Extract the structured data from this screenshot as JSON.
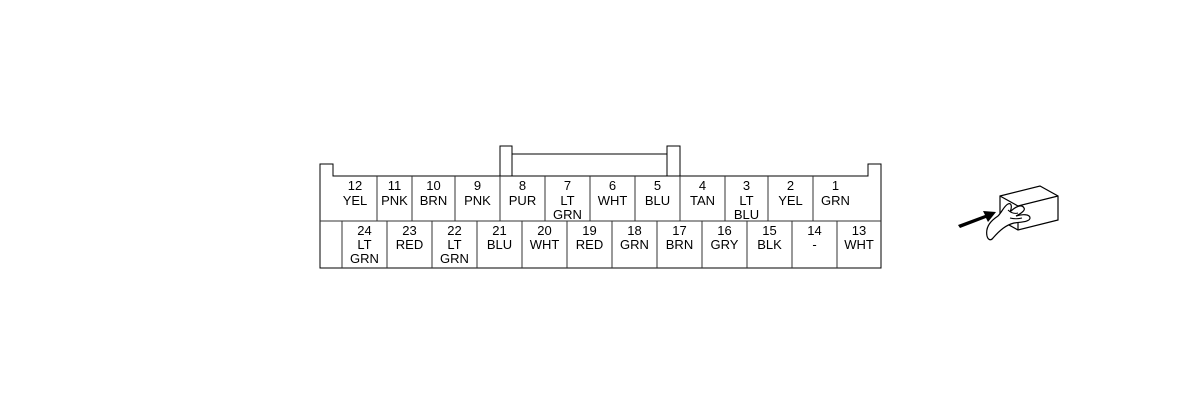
{
  "connector": {
    "top_row": [
      {
        "pin": "12",
        "color": [
          "YEL"
        ]
      },
      {
        "pin": "11",
        "color": [
          "PNK"
        ]
      },
      {
        "pin": "10",
        "color": [
          "BRN"
        ]
      },
      {
        "pin": "9",
        "color": [
          "PNK"
        ]
      },
      {
        "pin": "8",
        "color": [
          "PUR"
        ]
      },
      {
        "pin": "7",
        "color": [
          "LT",
          "GRN"
        ]
      },
      {
        "pin": "6",
        "color": [
          "WHT"
        ]
      },
      {
        "pin": "5",
        "color": [
          "BLU"
        ]
      },
      {
        "pin": "4",
        "color": [
          "TAN"
        ]
      },
      {
        "pin": "3",
        "color": [
          "LT",
          "BLU"
        ]
      },
      {
        "pin": "2",
        "color": [
          "YEL"
        ]
      },
      {
        "pin": "1",
        "color": [
          "GRN"
        ]
      }
    ],
    "bottom_row": [
      {
        "pin": "24",
        "color": [
          "LT",
          "GRN"
        ]
      },
      {
        "pin": "23",
        "color": [
          "RED"
        ]
      },
      {
        "pin": "22",
        "color": [
          "LT",
          "GRN"
        ]
      },
      {
        "pin": "21",
        "color": [
          "BLU"
        ]
      },
      {
        "pin": "20",
        "color": [
          "WHT"
        ]
      },
      {
        "pin": "19",
        "color": [
          "RED"
        ]
      },
      {
        "pin": "18",
        "color": [
          "GRN"
        ]
      },
      {
        "pin": "17",
        "color": [
          "BRN"
        ]
      },
      {
        "pin": "16",
        "color": [
          "GRY"
        ]
      },
      {
        "pin": "15",
        "color": [
          "BLK"
        ]
      },
      {
        "pin": "14",
        "color": [
          "-"
        ]
      },
      {
        "pin": "13",
        "color": [
          "WHT"
        ]
      }
    ]
  },
  "view_icon": "hand-pointing-at-connector-icon",
  "colors": {
    "line": "#000000",
    "background": "#ffffff"
  }
}
